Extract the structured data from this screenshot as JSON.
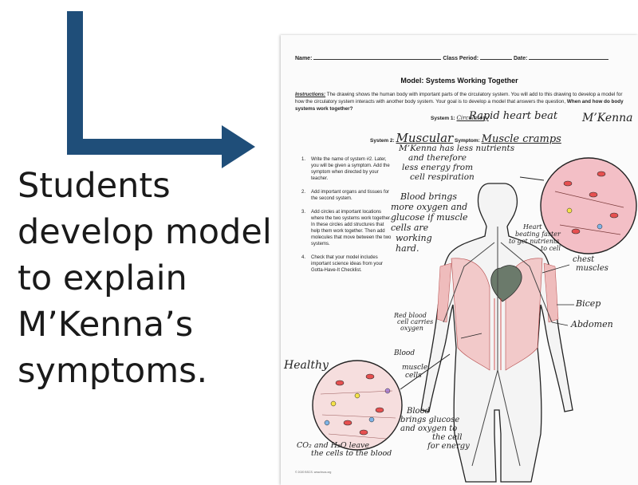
{
  "caption": [
    "Students",
    "develop model",
    "to explain",
    "M’Kenna’s",
    "symptoms."
  ],
  "colors": {
    "arrow": "#1f4e79",
    "annotation_red": "#d4202a"
  },
  "worksheet": {
    "header": {
      "name_label": "Name:",
      "period_label": "Class Period:",
      "date_label": "Date:"
    },
    "title": "Model: Systems Working Together",
    "instructions_label": "Instructions:",
    "instructions_text": " The drawing shows the human body with important parts of the circulatory system. You will add to this drawing to develop a model for how the circulatory system interacts with another body system. Your goal is to develop a model that answers the question, ",
    "instructions_question": "When and how do body systems work together?",
    "system1_label": "System 1:",
    "system1_value": "Circulatory",
    "system2_label": "System 2:",
    "system2_value": "Muscular",
    "symptom_label": "Symptom:",
    "symptom_value": "Muscle cramps",
    "steps": [
      {
        "n": "1.",
        "text": "Write the name of system #2. Later, you will be given a symptom. Add the symptom when directed by your teacher."
      },
      {
        "n": "2.",
        "text": "Add important organs and tissues for the second system."
      },
      {
        "n": "3.",
        "text": "Add circles at important locations where the two systems work together. In these circles add structures that help them work together. Then add molecules that move between the two systems."
      },
      {
        "n": "4.",
        "text": "Check that your model includes important science ideas from your Gotta-Have-It Checklist."
      }
    ],
    "annotations": {
      "rapid_heart": "Rapid heart beat",
      "mkenna": "M’Kenna",
      "less_nutrients": [
        "M’Kenna has less nutrients",
        "and therefore",
        "less energy from",
        "cell respiration"
      ],
      "blood_brings": [
        "Blood brings",
        "more oxygen and",
        "glucose if muscle",
        "cells are",
        "working",
        "hard."
      ],
      "heart_beating": [
        "Heart",
        "beating faster",
        "to get nutrients",
        "to cell"
      ],
      "chest_muscles": [
        "chest",
        "muscles"
      ],
      "bicep": "Bicep",
      "abdomen": "Abdomen",
      "red_blood_cell": [
        "Red blood",
        "cell carries",
        "oxygen"
      ],
      "healthy": "Healthy",
      "blood": "Blood",
      "muscle_cells": [
        "muscle",
        "cells"
      ],
      "blood_glucose": [
        "Blood",
        "brings glucose",
        "and oxygen to",
        "the cell",
        "for energy"
      ],
      "co2_leave": [
        "CO₂ and H₂O leave",
        "the cells to the blood"
      ]
    },
    "footer": "© 2020 BSCS. www.bscs.org"
  }
}
